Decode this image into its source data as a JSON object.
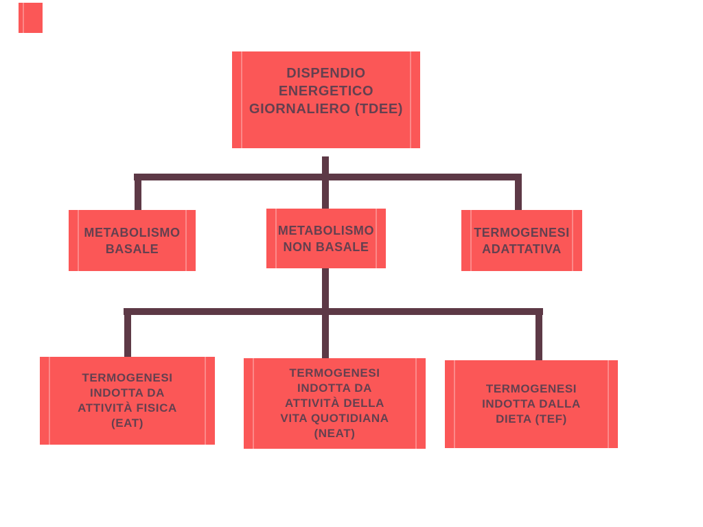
{
  "colors": {
    "background": "#ffffff",
    "box_fill": "#fb5757",
    "connector": "#5d3946",
    "text": "#64404f"
  },
  "decor": {
    "corner_shape": "red-rectangle-accent"
  },
  "diagram": {
    "type": "tree",
    "language": "it",
    "topic": "Daily energy expenditure breakdown (TDEE)"
  },
  "nodes": {
    "tdee": {
      "label": "DISPENDIO ENERGETICO GIORNALIERO (TDEE)",
      "label_lines": [
        "DISPENDIO",
        "ENERGETICO",
        "GIORNALIERO (TDEE)"
      ]
    },
    "metabolismo_basale": {
      "label": "METABOLISMO BASALE",
      "label_lines": [
        "METABOLISMO",
        "BASALE"
      ]
    },
    "metabolismo_non_basale": {
      "label": "METABOLISMO NON BASALE",
      "label_lines": [
        "METABOLISMO",
        "NON BASALE"
      ]
    },
    "termogenesi_adattativa": {
      "label": "TERMOGENESI ADATTATIVA",
      "label_lines": [
        "TERMOGENESI",
        "ADATTATIVA"
      ]
    },
    "eat": {
      "label": "TERMOGENESI INDOTTA DA ATTIVITÀ FISICA (EAT)",
      "label_lines": [
        "TERMOGENESI",
        "INDOTTA DA",
        "ATTIVITÀ FISICA",
        "(EAT)"
      ]
    },
    "neat": {
      "label": "TERMOGENESI INDOTTA DA ATTIVITÀ DELLA VITA QUOTIDIANA (NEAT)",
      "label_lines": [
        "TERMOGENESI",
        "INDOTTA DA",
        "ATTIVITÀ DELLA",
        "VITA QUOTIDIANA",
        "(NEAT)"
      ]
    },
    "tef": {
      "label": "TERMOGENESI INDOTTA DALLA DIETA (TEF)",
      "label_lines": [
        "TERMOGENESI",
        "INDOTTA DALLA",
        "DIETA (TEF)"
      ]
    }
  },
  "edges": [
    {
      "from": "tdee",
      "to": "metabolismo_basale"
    },
    {
      "from": "tdee",
      "to": "metabolismo_non_basale"
    },
    {
      "from": "tdee",
      "to": "termogenesi_adattativa"
    },
    {
      "from": "metabolismo_non_basale",
      "to": "eat"
    },
    {
      "from": "metabolismo_non_basale",
      "to": "neat"
    },
    {
      "from": "metabolismo_non_basale",
      "to": "tef"
    }
  ]
}
